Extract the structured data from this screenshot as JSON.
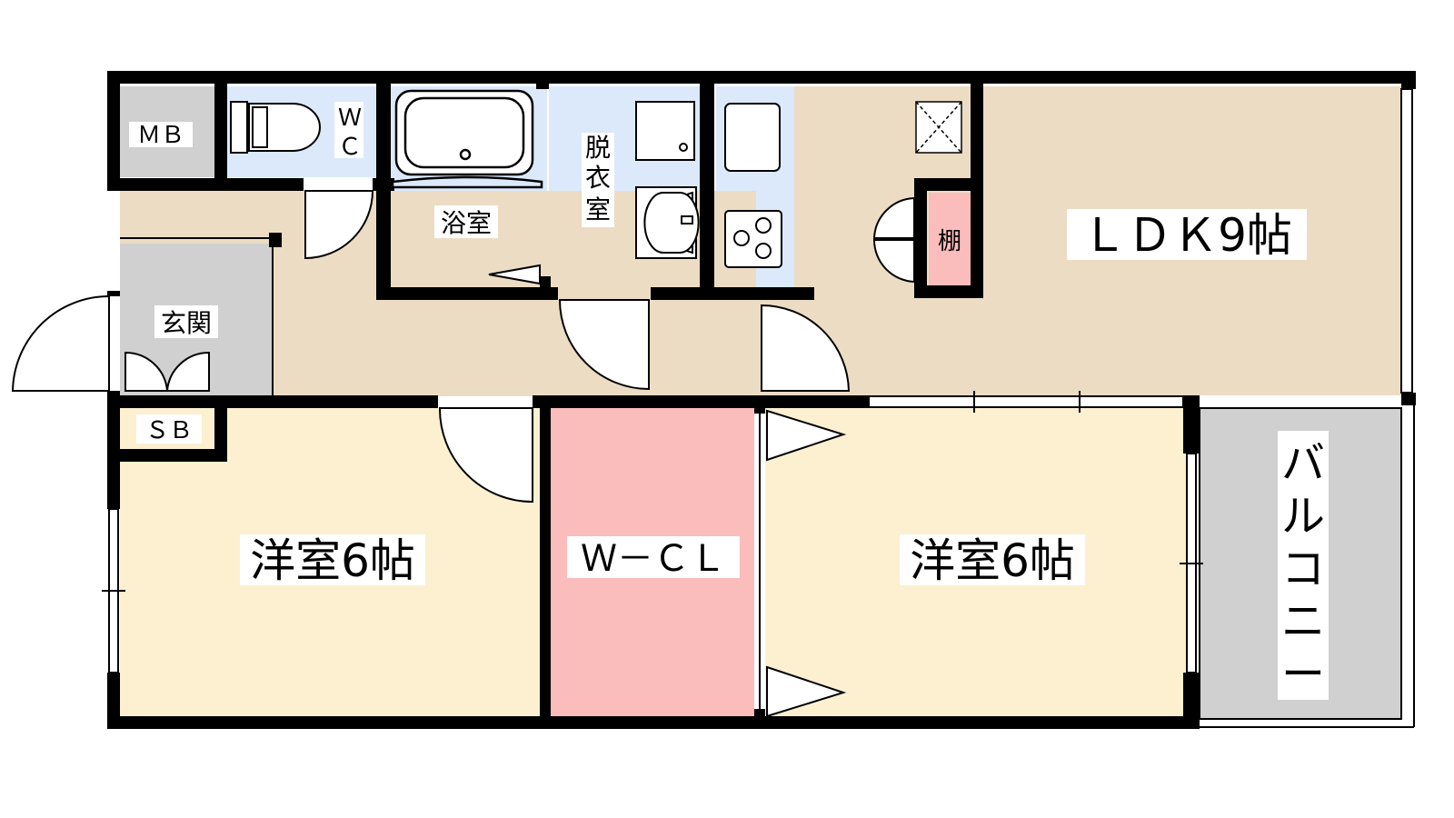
{
  "colors": {
    "wall": "#000000",
    "wet": "#dbe9fb",
    "corridor": "#ecdcc4",
    "ldk": "#ecdcc4",
    "bedroom": "#fcf0d0",
    "closet": "#fbbcbc",
    "gray": "#d0d0d0",
    "balcony": "#d0d0d0"
  },
  "rooms": {
    "mb": "ＭＢ",
    "wc_line1": "Ｗ",
    "wc_line2": "Ｃ",
    "bath": "浴室",
    "dressing_1": "脱",
    "dressing_2": "衣",
    "dressing_3": "室",
    "shelf": "棚",
    "ldk": "ＬＤＫ9帖",
    "entrance": "玄関",
    "sb": "ＳＢ",
    "bedroom_left": "洋室6帖",
    "wcl": "Ｗ－ＣＬ",
    "bedroom_right": "洋室6帖",
    "balcony_1": "バ",
    "balcony_2": "ル",
    "balcony_3": "コ",
    "balcony_4": "ニ",
    "balcony_5": "ー"
  },
  "icons": {
    "toilet": "toilet-icon",
    "bathtub": "bathtub-icon",
    "washer": "washing-machine-icon",
    "sink": "washbasin-icon",
    "kitchen_sink": "kitchen-sink-icon",
    "stove": "gas-stove-icon",
    "fridge": "refrigerator-space-icon",
    "door": "door-swing-icon",
    "window": "window-icon"
  }
}
